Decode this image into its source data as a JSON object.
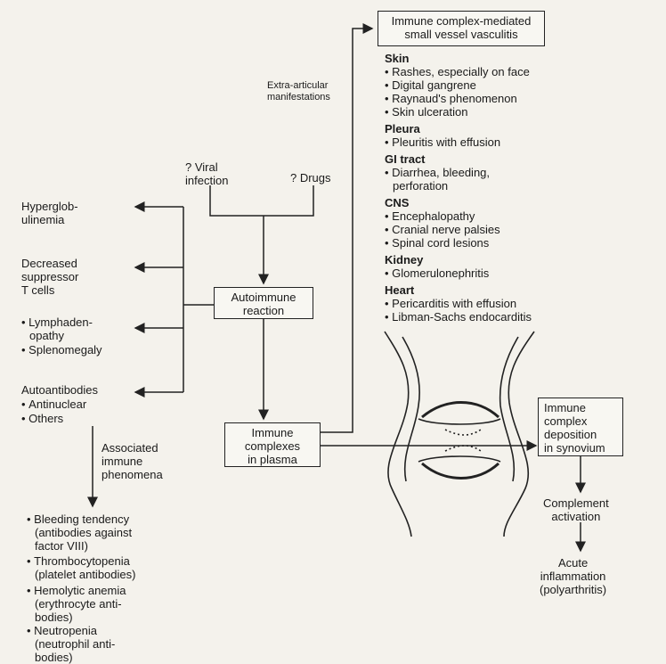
{
  "top_box": {
    "line1": "Immune complex-mediated",
    "line2": "small vessel vasculitis"
  },
  "extra_articular": {
    "line1": "Extra-articular",
    "line2": "manifestations"
  },
  "viral": {
    "line1": "? Viral",
    "line2": "infection"
  },
  "drugs": "? Drugs",
  "autoimmune_box": {
    "line1": "Autoimmune",
    "line2": "reaction"
  },
  "immune_box": {
    "line1": "Immune",
    "line2": "complexes",
    "line3": "in plasma"
  },
  "left": {
    "hyper": {
      "line1": "Hyperglob-",
      "line2": "ulinemia"
    },
    "decreased": {
      "line1": "Decreased",
      "line2": "suppressor",
      "line3": "T cells"
    },
    "lymph": {
      "line1": "Lymphaden-",
      "line2": "opathy"
    },
    "spleno": "Splenomegaly",
    "autoab": "Autoantibodies",
    "antinuclear": "Antinuclear",
    "others": "Others",
    "associated": {
      "line1": "Associated",
      "line2": "immune",
      "line3": "phenomena"
    }
  },
  "bottom_list": {
    "bleeding": {
      "line1": "Bleeding tendency",
      "line2": "(antibodies against",
      "line3": "factor VIII)"
    },
    "thrombo": {
      "line1": "Thrombocytopenia",
      "line2": "(platelet antibodies)"
    },
    "hemolytic": {
      "line1": "Hemolytic anemia",
      "line2": "(erythrocyte anti-",
      "line3": "bodies)"
    },
    "neutro": {
      "line1": "Neutropenia",
      "line2": "(neutrophil anti-",
      "line3": "bodies)"
    }
  },
  "sections": {
    "skin": {
      "head": "Skin",
      "items": [
        "Rashes, especially on face",
        "Digital gangrene",
        "Raynaud's phenomenon",
        "Skin ulceration"
      ]
    },
    "pleura": {
      "head": "Pleura",
      "items": [
        "Pleuritis with effusion"
      ]
    },
    "gi": {
      "head": "GI tract",
      "item1": "Diarrhea, bleeding,",
      "item1b": "perforation"
    },
    "cns": {
      "head": "CNS",
      "items": [
        "Encephalopathy",
        "Cranial nerve palsies",
        "Spinal cord lesions"
      ]
    },
    "kidney": {
      "head": "Kidney",
      "items": [
        "Glomerulonephritis"
      ]
    },
    "heart": {
      "head": "Heart",
      "items": [
        "Pericarditis with effusion",
        "Libman-Sachs endocarditis"
      ]
    }
  },
  "synovium_box": {
    "line1": "Immune",
    "line2": "complex",
    "line3": "deposition",
    "line4": "in synovium"
  },
  "complement": {
    "line1": "Complement",
    "line2": "activation"
  },
  "acute": {
    "line1": "Acute",
    "line2": "inflammation",
    "line3": "(polyarthritis)"
  }
}
